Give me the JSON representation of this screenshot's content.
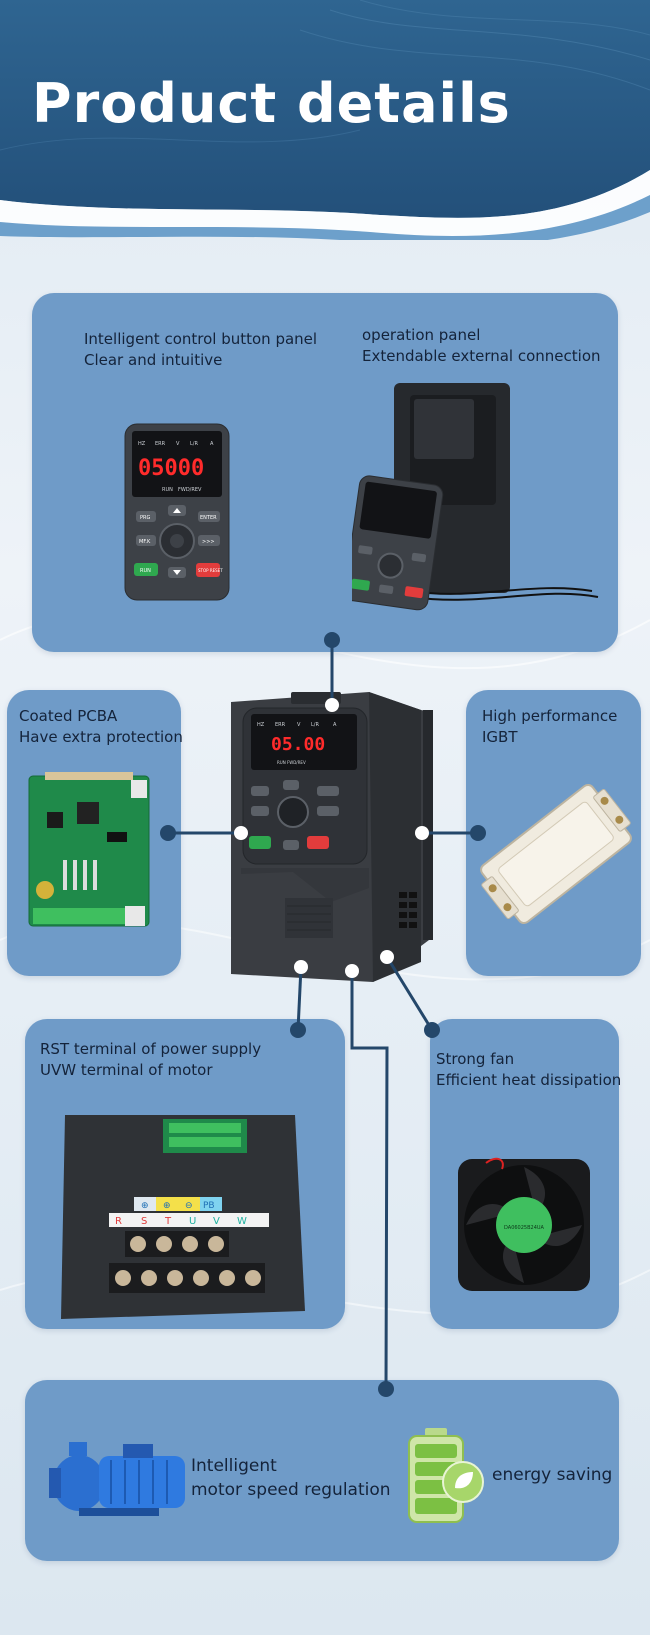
{
  "header": {
    "title": "Product details"
  },
  "colors": {
    "header_dark": "#2c5a82",
    "panel": "#6f9bc8",
    "line": "#24476a",
    "white": "#ffffff"
  },
  "panels": {
    "control_panel": {
      "line1": "Intelligent control button panel",
      "line2": "Clear and intuitive"
    },
    "operation_panel": {
      "line1": "operation panel",
      "line2": "Extendable external connection"
    },
    "pcba": {
      "line1": "Coated PCBA",
      "line2": "Have extra protection"
    },
    "igbt": {
      "line1": "High performance",
      "line2": "IGBT"
    },
    "terminal": {
      "line1": "RST terminal of power supply",
      "line2": "UVW terminal of motor"
    },
    "fan": {
      "line1": "Strong fan",
      "line2": "Efficient heat dissipation"
    },
    "bottom": {
      "motor_line1": "Intelligent",
      "motor_line2": "motor speed regulation",
      "energy": "energy saving"
    }
  },
  "keypad": {
    "display": "05000",
    "indicators": [
      "HZ",
      "ERR",
      "V",
      "L/R",
      "A"
    ],
    "status": [
      "RUN",
      "FWD/REV"
    ],
    "buttons": {
      "prg": "PRG",
      "enter": "ENTER",
      "mf": "MF.K",
      "shift": ">>>",
      "run": "RUN",
      "stop": "STOP RESET"
    }
  },
  "drive": {
    "display": "05.00",
    "indicators": [
      "HZ",
      "ERR",
      "V",
      "L/R",
      "A"
    ],
    "status": "RUN  FWD/REV"
  },
  "terminals": {
    "top_row": [
      "⊕",
      "⊕",
      "⊖",
      "PB"
    ],
    "labels": [
      "R",
      "S",
      "T",
      "U",
      "V",
      "W"
    ]
  },
  "fan_label": "DA06025B24UA"
}
